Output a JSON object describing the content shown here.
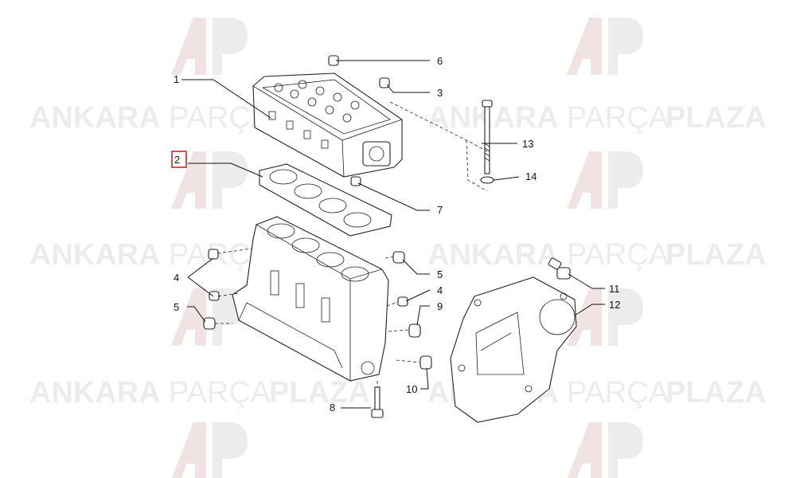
{
  "watermark": {
    "word1": "ANKARA",
    "word2": "PARÇA",
    "word3": "PLAZA"
  },
  "callouts": {
    "c1": "1",
    "c2": "2",
    "c3": "3",
    "c4a": "4",
    "c4b": "4",
    "c5a": "5",
    "c5b": "5",
    "c6": "6",
    "c7": "7",
    "c8": "8",
    "c9": "9",
    "c10": "10",
    "c11": "11",
    "c12": "12",
    "c13": "13",
    "c14": "14"
  },
  "highlighted_callout": "2",
  "colors": {
    "highlight": "#c62828",
    "line": "#111111",
    "watermark": "#ececec"
  }
}
